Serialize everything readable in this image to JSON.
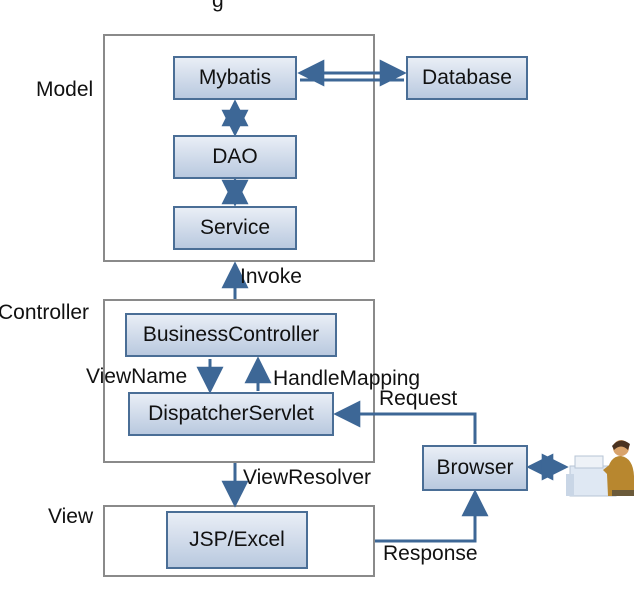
{
  "top_caption": "g",
  "layers": {
    "model": "Model",
    "controller": "Controller",
    "view": "View"
  },
  "nodes": {
    "mybatis": "Mybatis",
    "database": "Database",
    "dao": "DAO",
    "service": "Service",
    "business_controller": "BusinessController",
    "dispatcher_servlet": "DispatcherServlet",
    "browser": "Browser",
    "jsp_excel": "JSP/Excel"
  },
  "edge_labels": {
    "invoke": "Invoke",
    "view_name": "ViewName",
    "handle_mapping": "HandleMapping",
    "request": "Request",
    "view_resolver": "ViewResolver",
    "response": "Response"
  },
  "colors": {
    "arrow": "#3d6796",
    "node_border": "#4a6e96",
    "layer_border": "#8a8a8a"
  },
  "icons": [
    "user-at-computer-icon"
  ]
}
